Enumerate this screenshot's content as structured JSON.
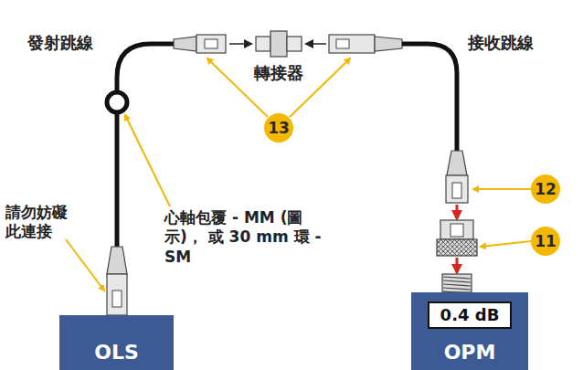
{
  "diagram": {
    "nodes": [
      {
        "text": [
          "OLS"
        ]
      },
      {
        "text": [
          "OPM"
        ]
      },
      {
        "text": [
          "0.4 dB"
        ],
        "in": 1
      }
    ],
    "labels": [
      "發射跳線",
      "轉接器",
      "接收跳線",
      "13",
      "12",
      "11",
      "請勿妨礙 此連接",
      "心軸包覆 - MM (圖示)， 或 30 mm 環 - SM"
    ]
  }
}
